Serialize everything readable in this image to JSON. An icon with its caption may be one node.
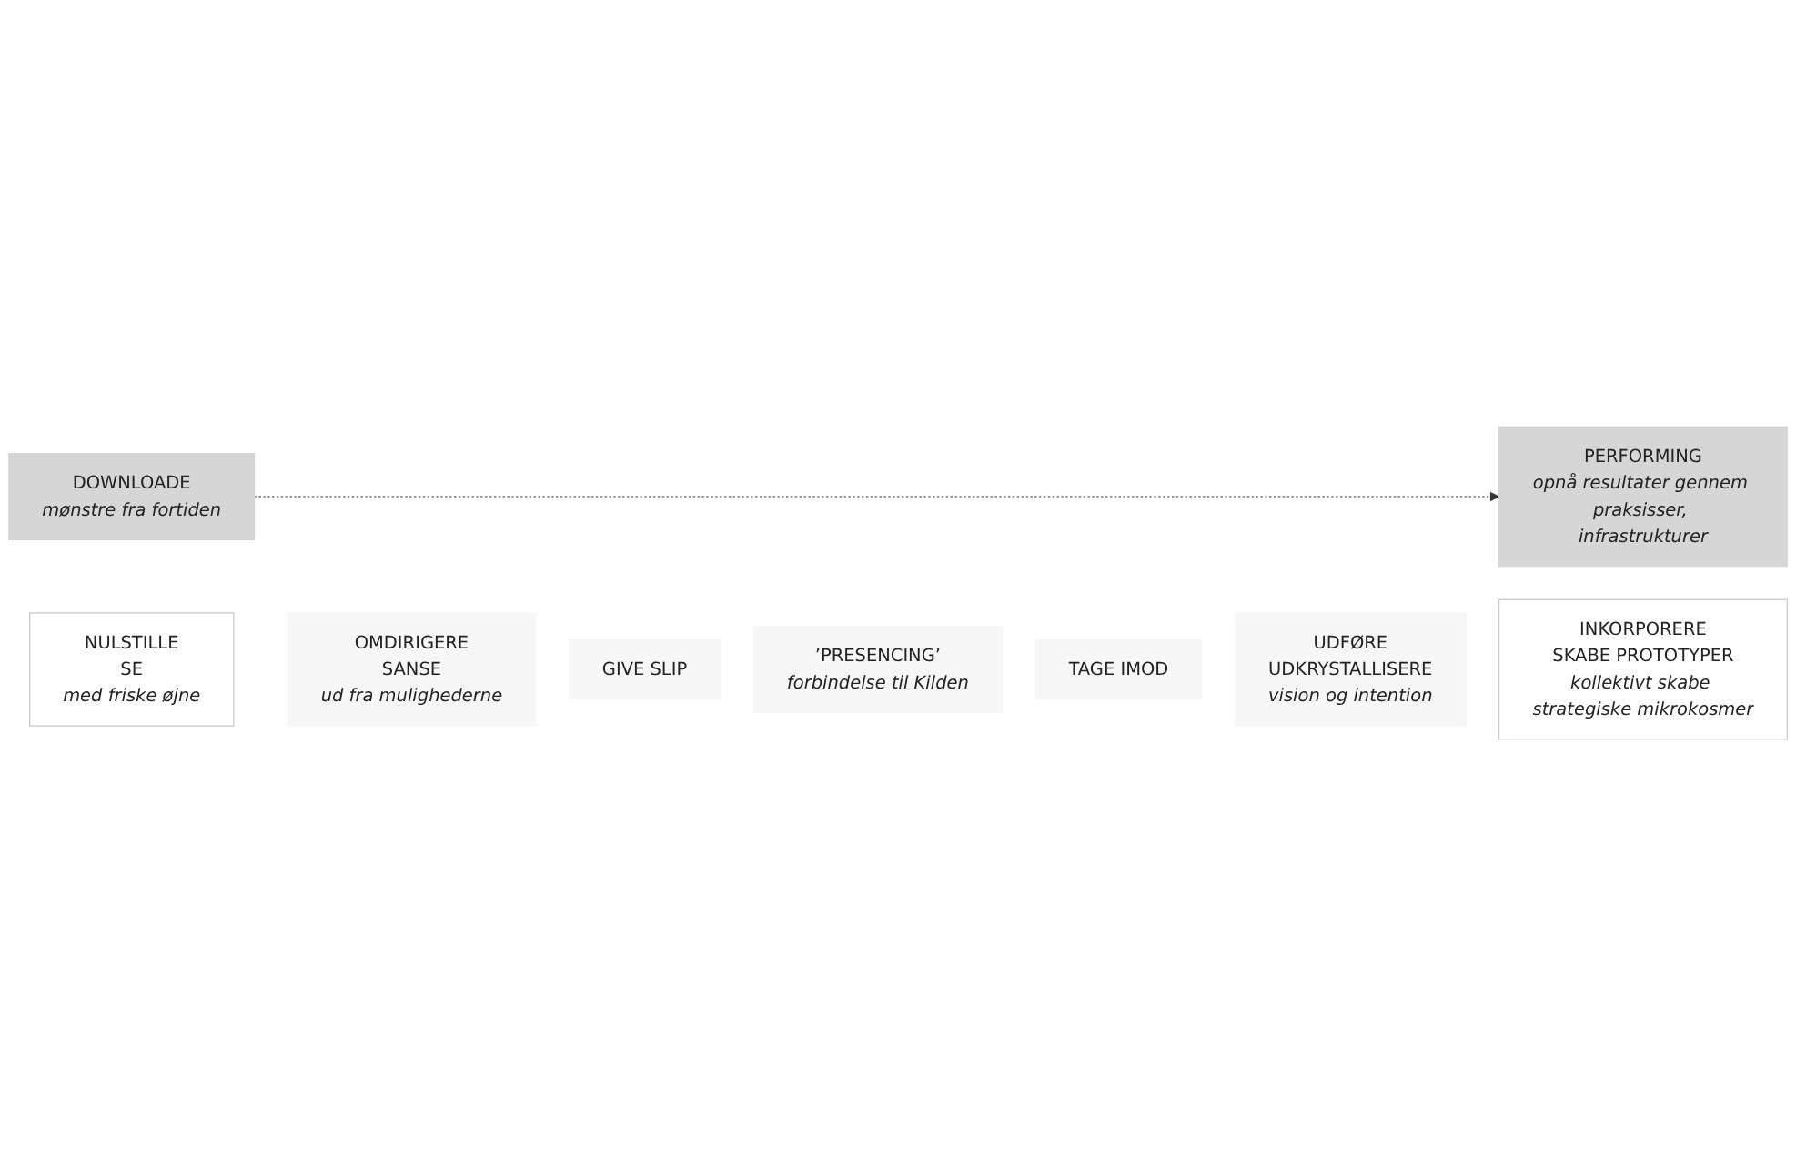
{
  "diagram": {
    "nodes": [
      {
        "text": [
          "DOWNLOADE",
          "mønstre fra fortiden"
        ]
      },
      {
        "text": [
          "PERFORMING",
          "opnå resultater gennem praksisser, infrastrukturer"
        ]
      },
      {
        "text": [
          "NULSTILLE",
          "SE",
          "med friske øjne"
        ]
      },
      {
        "text": [
          "INKORPORERE",
          "SKABE PROTOTYPER",
          "kollektivt skabe strategiske mikrokosmer"
        ]
      },
      {
        "text": [
          "OMDIRIGERE",
          "SANSE",
          "ud fra mulighederne"
        ]
      },
      {
        "text": [
          "UDFØRE",
          "UDKRYSTALLISERE",
          "vision og intention"
        ]
      },
      {
        "text": [
          "GIVE SLIP"
        ]
      },
      {
        "text": [
          "TAGE IMOD"
        ]
      },
      {
        "text": [
          "’PRESENCING’",
          "forbindelse til Kilden"
        ]
      }
    ],
    "edges": [
      {
        "from": 0,
        "to": 1,
        "arrow": "to",
        "style": "dashed"
      }
    ]
  }
}
